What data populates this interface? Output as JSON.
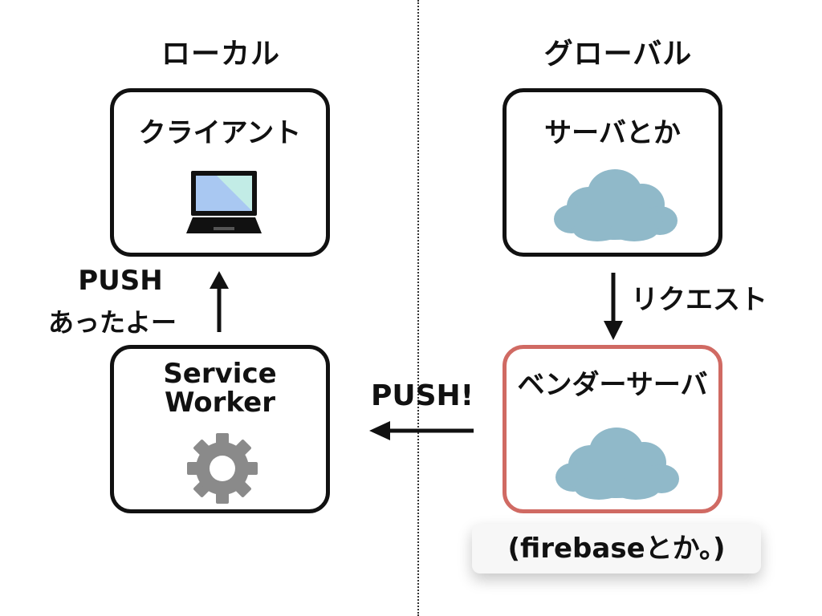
{
  "headings": {
    "local": "ローカル",
    "global": "グローバル"
  },
  "client": {
    "title": "クライアント",
    "icon": "laptop-icon"
  },
  "service_worker": {
    "title_line1": "Service",
    "title_line2": "Worker",
    "icon": "gear-icon"
  },
  "server": {
    "title": "サーバとか",
    "icon": "cloud-icon"
  },
  "vendor": {
    "title": "ベンダーサーバ",
    "icon": "cloud-icon",
    "note": "(firebaseとか。)"
  },
  "arrows": {
    "request_label": "リクエスト",
    "push_label": "PUSH!",
    "notify_label_line1": "PUSH",
    "notify_label_line2": "あったよー"
  },
  "colors": {
    "box_border": "#111111",
    "vendor_border": "#d06a63",
    "cloud_fill": "#90b9c9",
    "gear_fill": "#8a8a8a",
    "laptop_screen_blue": "#a9c8f2",
    "laptop_screen_cyan": "#c2ece6"
  }
}
